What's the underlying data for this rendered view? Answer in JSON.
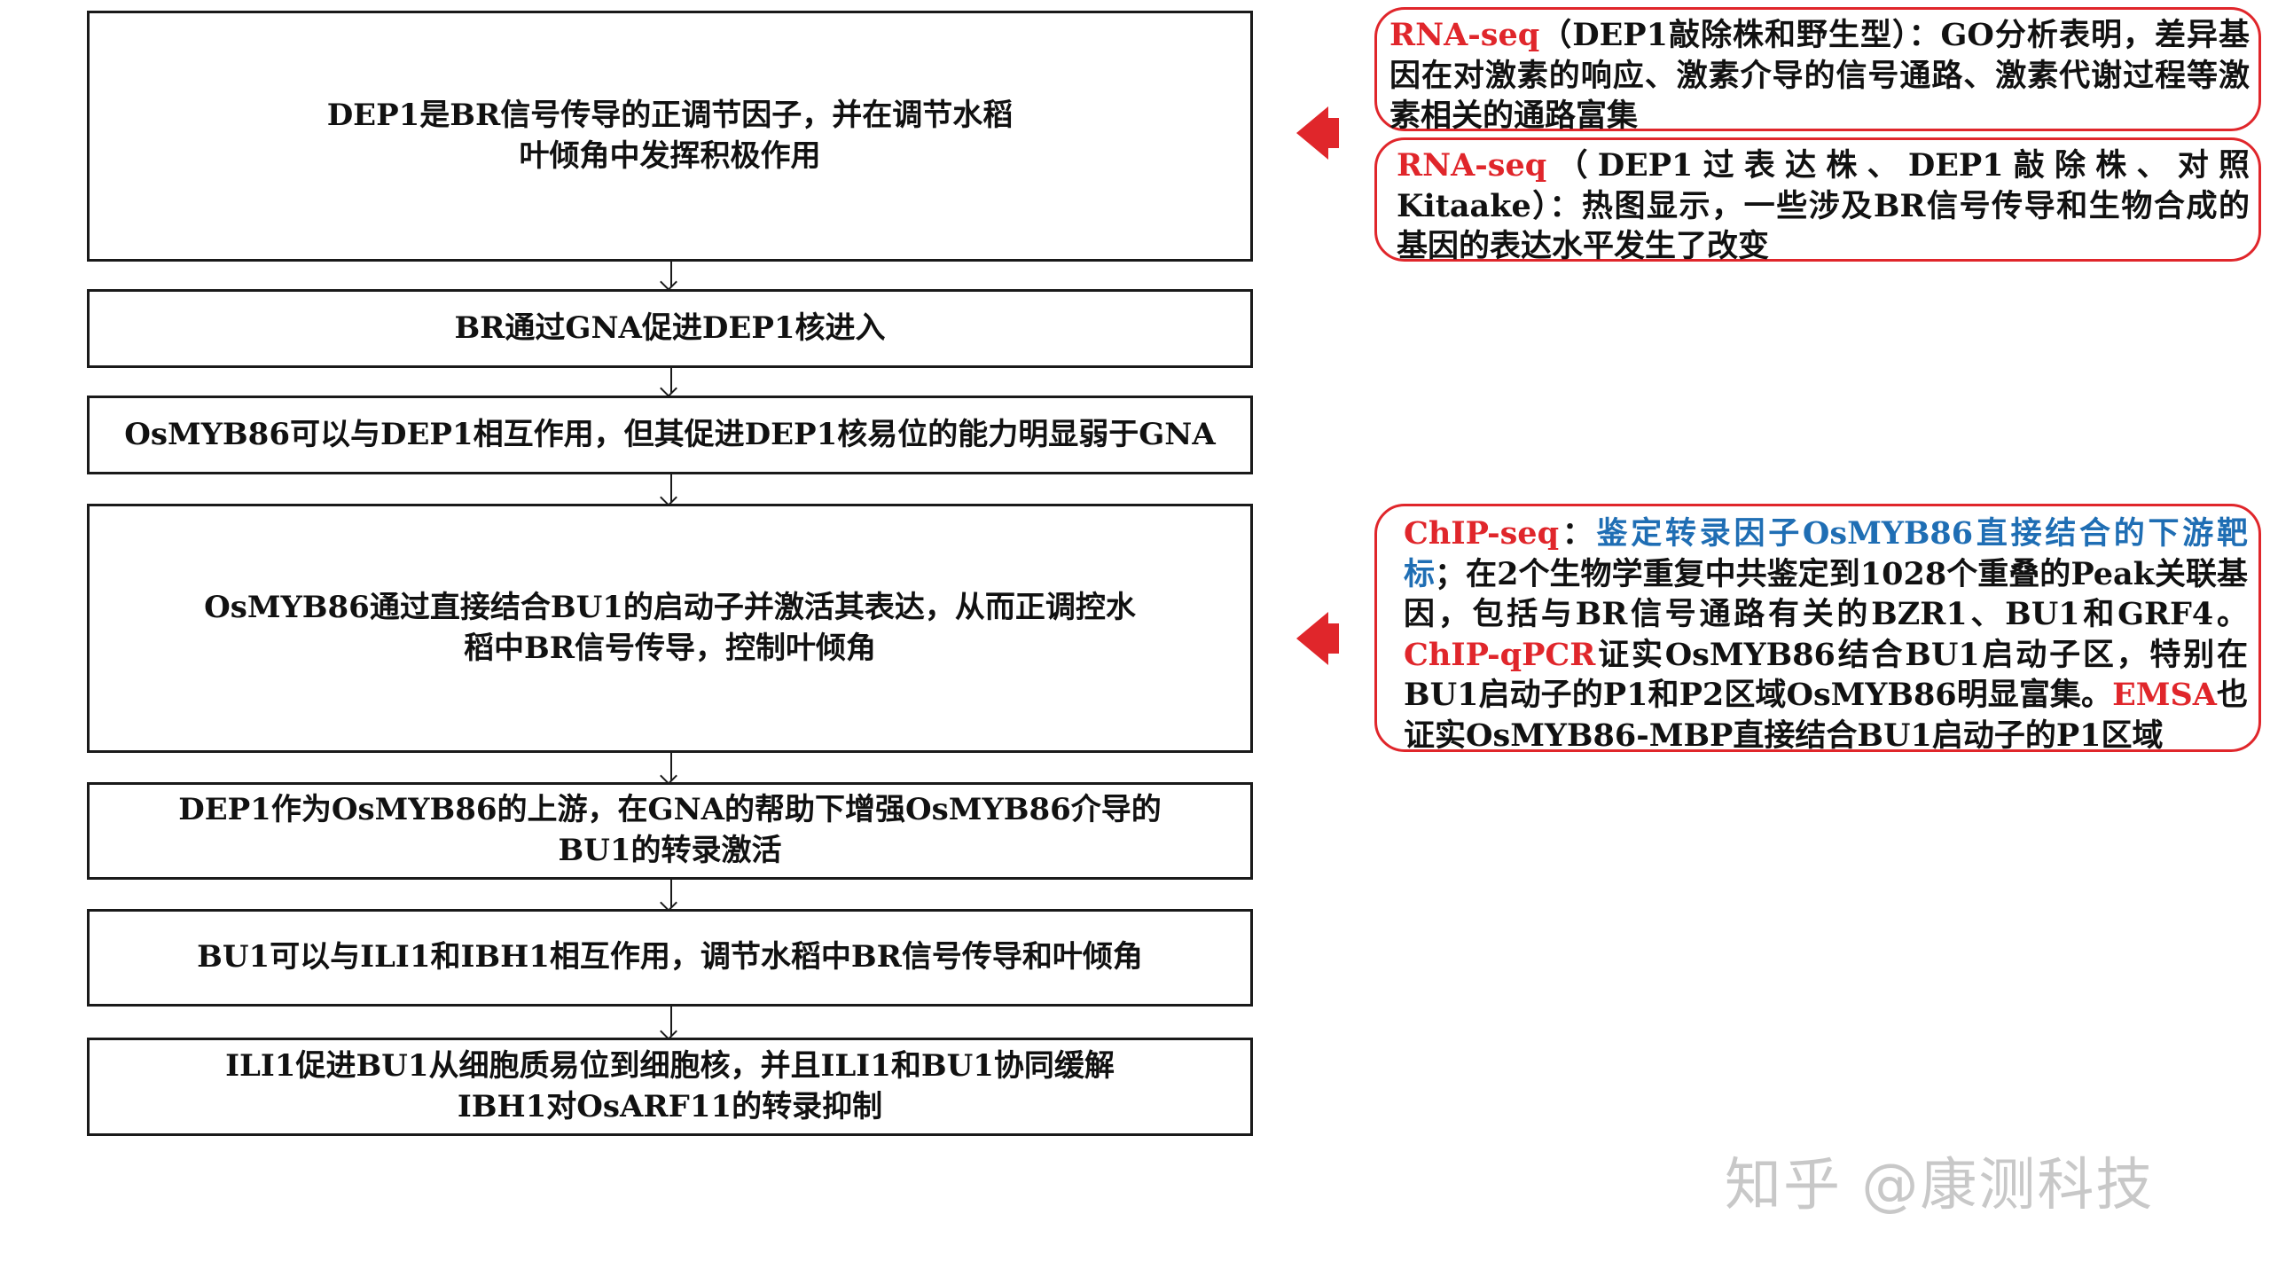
{
  "flow": {
    "steps": [
      {
        "lines": [
          "DEP1是BR信号传导的正调节因子，并在调节水稻",
          "叶倾角中发挥积极作用"
        ]
      },
      {
        "lines": [
          "BR通过GNA促进DEP1核进入"
        ]
      },
      {
        "lines": [
          "OsMYB86可以与DEP1相互作用，但其促进DEP1核易位的能力明显弱于GNA"
        ]
      },
      {
        "lines": [
          "OsMYB86通过直接结合BU1的启动子并激活其表达，从而正调控水",
          "稻中BR信号传导，控制叶倾角"
        ]
      },
      {
        "lines": [
          "DEP1作为OsMYB86的上游，在GNA的帮助下增强OsMYB86介导的",
          "BU1的转录激活"
        ]
      },
      {
        "lines": [
          "BU1可以与ILI1和IBH1相互作用，调节水稻中BR信号传导和叶倾角"
        ]
      },
      {
        "lines": [
          "ILI1促进BU1从细胞质易位到细胞核，并且ILI1和BU1协同缓解",
          "IBH1对OsARF11的转录抑制"
        ]
      }
    ]
  },
  "notes": {
    "rnaseq1": {
      "label": "RNA-seq",
      "text": "（DEP1敲除株和野生型）：GO分析表明，差异基因在对激素的响应、激素介导的信号通路、激素代谢过程等激素相关的通路富集"
    },
    "rnaseq2": {
      "label": "RNA-seq",
      "text": "（DEP1过表达株、DEP1敲除株、对照Kitaake）：热图显示，一些涉及BR信号传导和生物合成的基因的表达水平发生了改变"
    },
    "chip": {
      "label1": "ChIP-seq",
      "colon": "：",
      "blue1": "鉴定转录因子OsMYB86直接结合的下游靶标",
      "text1": "；在2个生物学重复中共鉴定到1028个重叠的Peak关联基因，包括与BR信号通路有关的BZR1、BU1和GRF4。",
      "label2": "ChIP-qPCR",
      "text2": "证实OsMYB86结合BU1启动子区，特别在BU1启动子的P1和P2区域OsMYB86明显富集。",
      "label3": "EMSA",
      "text3": "也证实OsMYB86-MBP直接结合BU1启动子的P1区域"
    }
  },
  "watermark": "知乎 @康测科技",
  "colors": {
    "accent_red": "#e0262b",
    "accent_blue": "#1f6eb4",
    "border": "#1a1a1a"
  }
}
